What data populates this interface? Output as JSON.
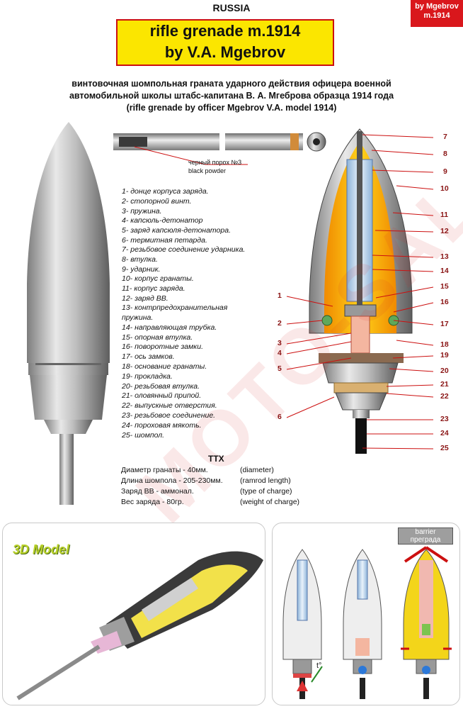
{
  "header": {
    "country": "RUSSIA",
    "title_line1": "rifle grenade m.1914",
    "title_line2": "by V.A. Mgebrov",
    "corner_line1": "by Mgebrov",
    "corner_line2": "m.1914"
  },
  "subtitle": {
    "line1": "винтовочная шомпольная граната ударного действия офицера военной",
    "line2": "автомобильной школы штабс-капитана В. А. Мгеброва образца 1914 года",
    "line3": "(rifle grenade by officer Mgebrov V.A. model 1914)"
  },
  "ramrod": {
    "label_ru": "черный порох №3",
    "label_en": "black powder"
  },
  "legend": [
    "1- донце корпуса заряда.",
    "2- стопорной винт.",
    "3- пружина.",
    "4- капсюль-детонатор",
    "5- заряд капсюля-детонатора.",
    "6- термитная петарда.",
    "7- резьбовое соединение ударника.",
    "8- втулка.",
    "9- ударник.",
    "10- корпус гранаты.",
    "11- корпус заряда.",
    "12- заряд ВВ.",
    "13- контрпредохранительная",
    "пружина.",
    "14- направляющая трубка.",
    "15- опорная втулка.",
    "16- поворотные замки.",
    "17- ось замков.",
    "18- основание гранаты.",
    "19- прокладка.",
    "20- резьбовая втулка.",
    "21- оловянный припой.",
    "22- выпускные отверстия.",
    "23- резьбовое соединение.",
    "24- пороховая мякоть.",
    "25- шомпол."
  ],
  "ttx": {
    "title": "TTX",
    "rows": [
      {
        "ru": "Диаметр гранаты - 40мм.",
        "en": "(diameter)"
      },
      {
        "ru": "Длина шомпола - 205-230мм.",
        "en": "(ramrod length)"
      },
      {
        "ru": "Заряд ВВ - аммонал.",
        "en": "(type of charge)"
      },
      {
        "ru": "Вес заряда - 80гр.",
        "en": "(weight of charge)"
      }
    ]
  },
  "callouts_right": [
    "7",
    "8",
    "9",
    "10",
    "11",
    "12",
    "13",
    "14",
    "15",
    "16",
    "17",
    "18",
    "19",
    "20",
    "21",
    "22",
    "23",
    "24",
    "25"
  ],
  "callouts_left": [
    "1",
    "2",
    "3",
    "4",
    "5",
    "6"
  ],
  "model_label": "3D Model",
  "barrier": {
    "en": "barrier",
    "ru": "преграда"
  },
  "t_label": "t°",
  "watermark": "MOTO-SAL",
  "colors": {
    "title_bg": "#fbe600",
    "title_border": "#cc1010",
    "callout": "#8a1414",
    "charge": "#f5b400"
  }
}
